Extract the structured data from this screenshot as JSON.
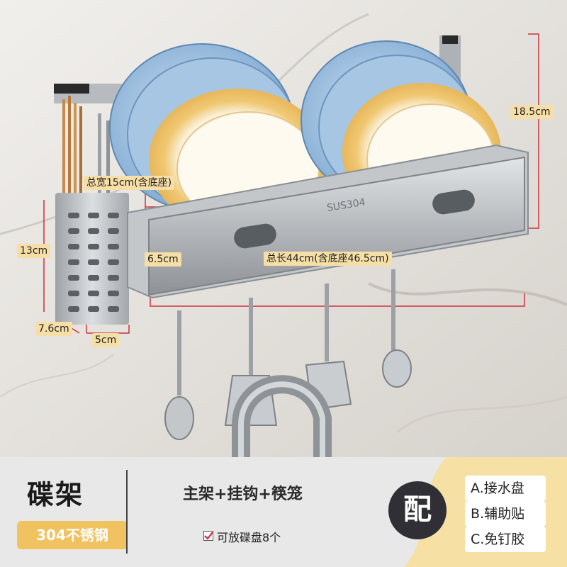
{
  "dimensions": {
    "total_width": "总宽15cm(含底座)",
    "height": "18.5cm",
    "depth": "6.5cm",
    "total_length": "总长44cm(含底座46.5cm)",
    "holder_height": "13cm",
    "holder_width": "7.6cm",
    "holder_depth": "5cm"
  },
  "engraving": "SUS304",
  "product": {
    "title": "碟架",
    "material_badge": "304不锈钢",
    "contents": "主架+挂钩+筷笼",
    "capacity_note": "可放碟盘8个"
  },
  "accessories": {
    "label": "配",
    "items": [
      "A.接水盘",
      "B.辅助贴",
      "C.免钉胶"
    ]
  },
  "colors": {
    "badge": "#f1c260",
    "dimension_label_bg": "#f6dfa6",
    "dimension_line": "#c9323c",
    "accessory_circle": "#2f2f35"
  }
}
